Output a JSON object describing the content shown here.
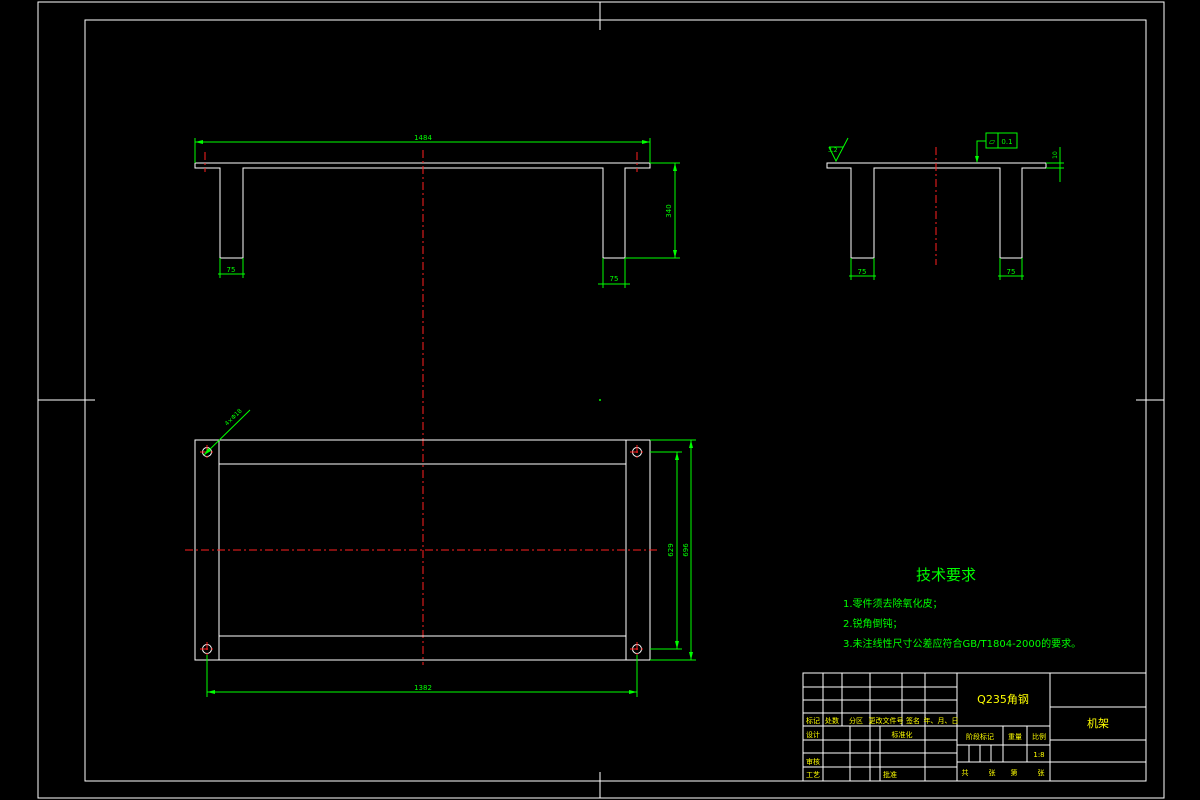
{
  "dimensions": {
    "front_length": "1484",
    "front_height": "340",
    "front_leg_left": "75",
    "front_leg_right": "75",
    "side_leg_left": "75",
    "side_leg_right": "75",
    "side_plate": "10",
    "roughness": "3.2",
    "flatness_symbol": "▱",
    "flatness_tol": "0.1",
    "hole_note": "4×Φ18",
    "plan_inner": "629",
    "plan_outer": "696",
    "plan_holes": "1382"
  },
  "tech": {
    "title": "技术要求",
    "items": [
      "1.零件须去除氧化皮；",
      "2.锐角倒钝；",
      "3.未注线性尺寸公差应符合GB/T1804-2000的要求。"
    ]
  },
  "title_block": {
    "material": "Q235角钢",
    "part_name": "机架",
    "col_headers": [
      "标记",
      "处数",
      "分区",
      "更改文件号",
      "签名",
      "年、月、日"
    ],
    "design": "设计",
    "standardize": "标准化",
    "review": "审核",
    "process": "工艺",
    "approve": "批准",
    "stage_mark": "阶段标记",
    "weight": "重量",
    "scale": "比例",
    "scale_value": "1:8",
    "sheets_total": "共",
    "sheets_zhang": "张",
    "sheet_no": "第",
    "sheet_zhang": "张"
  }
}
